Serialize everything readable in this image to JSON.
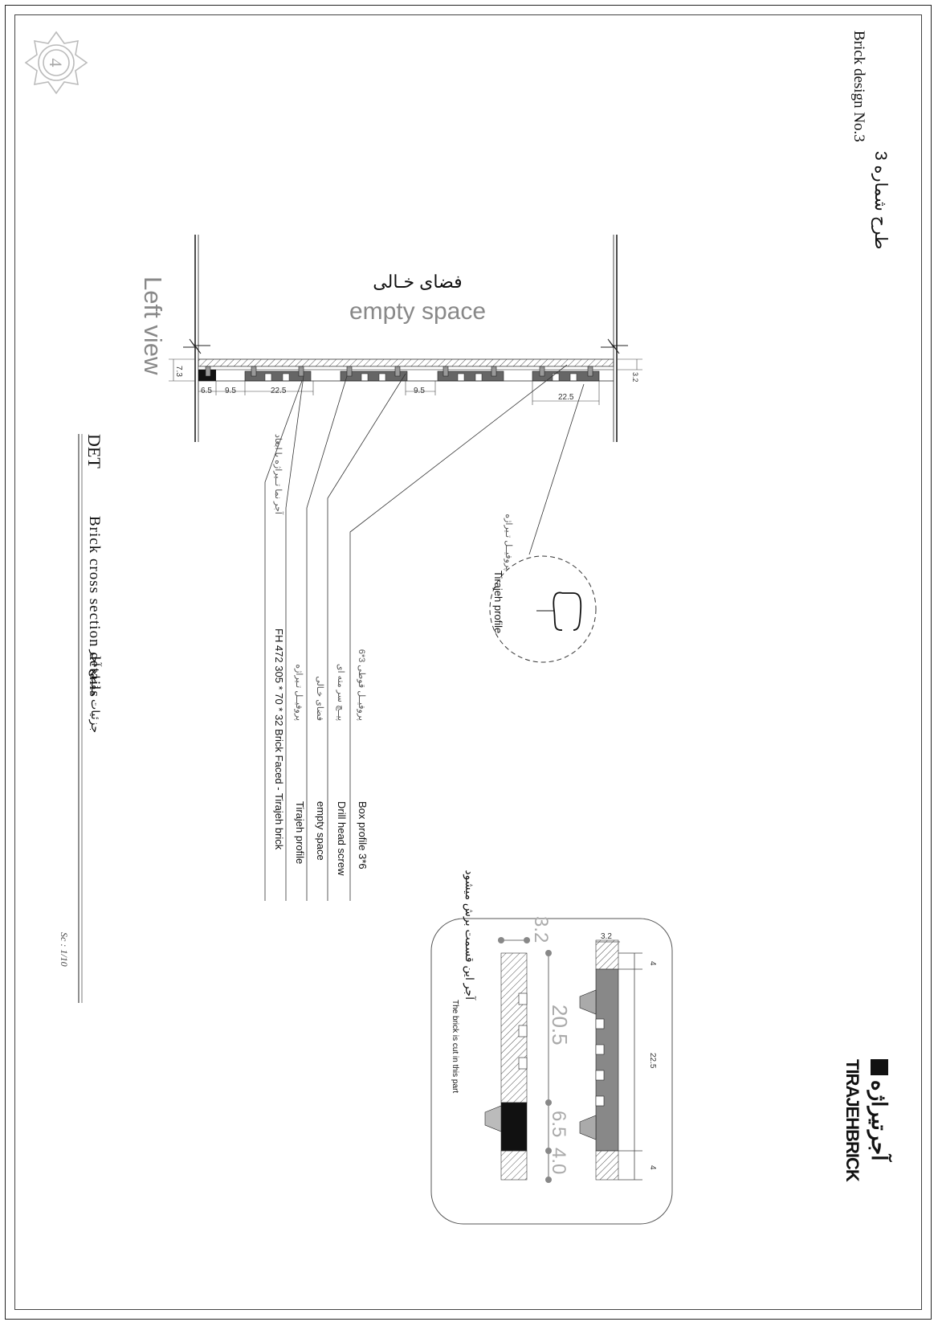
{
  "title_block": {
    "number_label": "4",
    "design_fa": "طرح شماره 3",
    "design_en": "Brick design No.3",
    "det": "DET",
    "section_title": "Brick cross section details",
    "section_title_fa": "جزئیات مقطع آجر",
    "scale": "Sc : 1/10"
  },
  "brand": {
    "name_fa": "آجرتیراژه",
    "name_en": "TIRAJEHBRICK"
  },
  "main_view": {
    "view_label": "Left view",
    "space_fa": "فضای خـالی",
    "space_en": "empty space",
    "dims": {
      "d73": "7.3",
      "d65": "6.5",
      "d95a": "9.5",
      "d225a": "22.5",
      "d95b": "9.5",
      "d32": "3.2",
      "d225b": "22.5"
    }
  },
  "callouts": [
    {
      "en": "Box profile 3*6",
      "fa": "پروفیــل قوطی 3*6"
    },
    {
      "en": "Drill head screw",
      "fa": "پیــچ سر مته ای"
    },
    {
      "en": "empty space",
      "fa": "فضای خـالی"
    },
    {
      "en": "Tirajeh profile",
      "fa": "پروفیــل تـیراژه"
    },
    {
      "en": "FH 472   305 * 70 * 32  Brick Faced - Tirajeh brick",
      "fa": "آجر نما تــیراژه با ابعاد"
    }
  ],
  "profile_detail": {
    "fa": "پروفیــل تـیراژه",
    "en": "Tirajeh profile"
  },
  "brick_detail": {
    "d32_small": "3.2",
    "d4_left": "4",
    "d225": "22.5",
    "d4_right": "4",
    "d32_big": "3.2",
    "d205": "20.5",
    "d65": "6.5",
    "d40": "4.0",
    "note_fa": "آجر این قسمت برش میشود",
    "note_en": "The brick is cut in this part"
  }
}
